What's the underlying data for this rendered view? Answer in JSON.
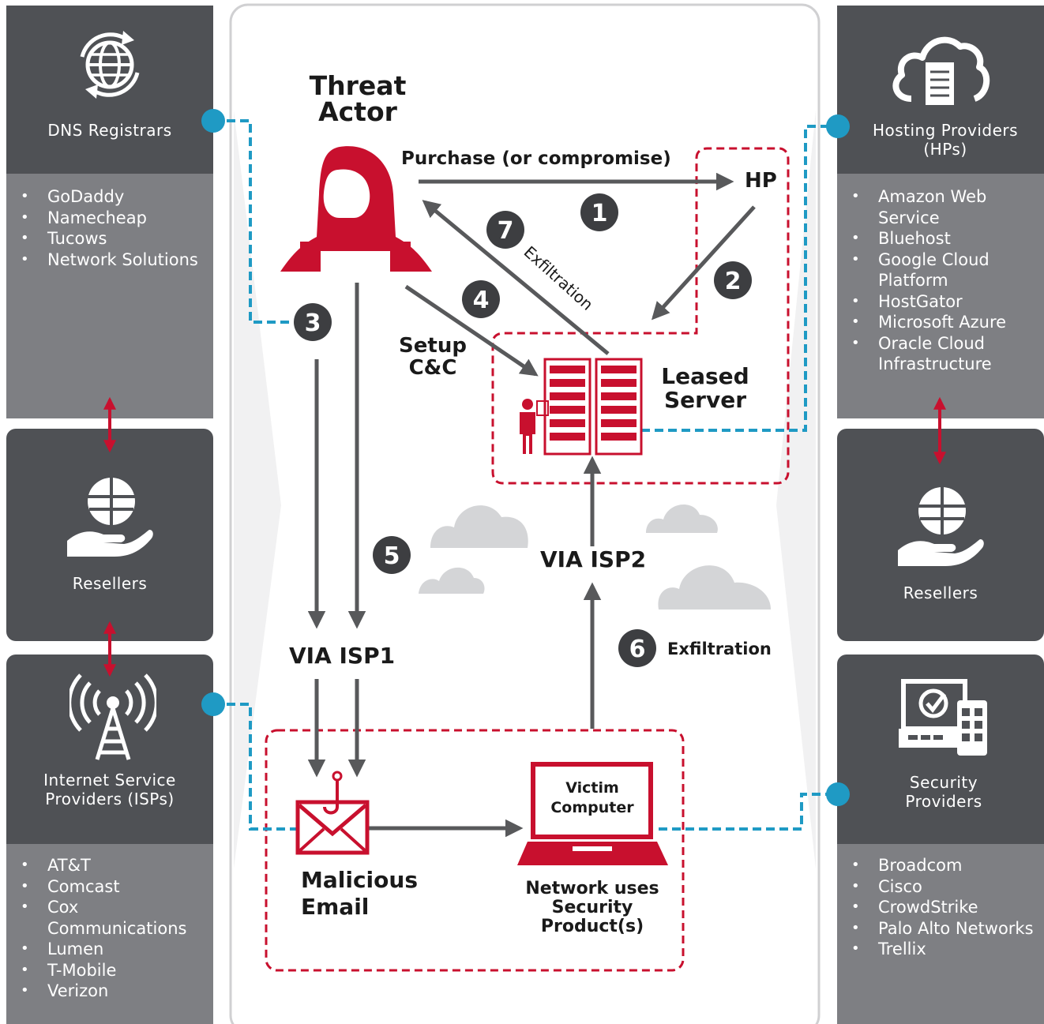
{
  "left": {
    "dns": {
      "title": "DNS Registrars",
      "items": [
        "GoDaddy",
        "Namecheap",
        "Tucows",
        "Network Solutions"
      ]
    },
    "resellers": {
      "title": "Resellers"
    },
    "isp": {
      "title": "Internet Service Providers (ISPs)",
      "items": [
        "AT&T",
        "Comcast",
        "Cox Communications",
        "Lumen",
        "T-Mobile",
        "Verizon"
      ]
    }
  },
  "right": {
    "hosting": {
      "title": "Hosting Providers (HPs)",
      "items": [
        "Amazon Web Service",
        "Bluehost",
        "Google Cloud Platform",
        "HostGator",
        "Microsoft Azure",
        "Oracle Cloud Infrastructure"
      ]
    },
    "resellers": {
      "title": "Resellers"
    },
    "security": {
      "title": "Security Providers",
      "items": [
        "Broadcom",
        "Cisco",
        "CrowdStrike",
        "Palo Alto Networks",
        "Trellix"
      ]
    }
  },
  "center": {
    "threat_actor": "Threat Actor",
    "purchase": "Purchase (or compromise)",
    "hp": "HP",
    "exfiltration_7": "Exfiltration",
    "setup_cc": "Setup C&C",
    "leased_server": "Leased Server",
    "via_isp1": "VIA ISP1",
    "via_isp2": "VIA ISP2",
    "exfiltration_6": "Exfiltration",
    "victim_computer": "Victim Computer",
    "malicious_email": "Malicious Email",
    "network_security": "Network uses Security Product(s)"
  },
  "steps": [
    "1",
    "2",
    "3",
    "4",
    "5",
    "6",
    "7"
  ],
  "colors": {
    "red": "#c8102e",
    "blue": "#1f9ac4",
    "dark_panel": "#4f5155",
    "grey_panel": "#7e7f83",
    "arrow": "#58595b",
    "step_circle": "#3d3e41"
  }
}
